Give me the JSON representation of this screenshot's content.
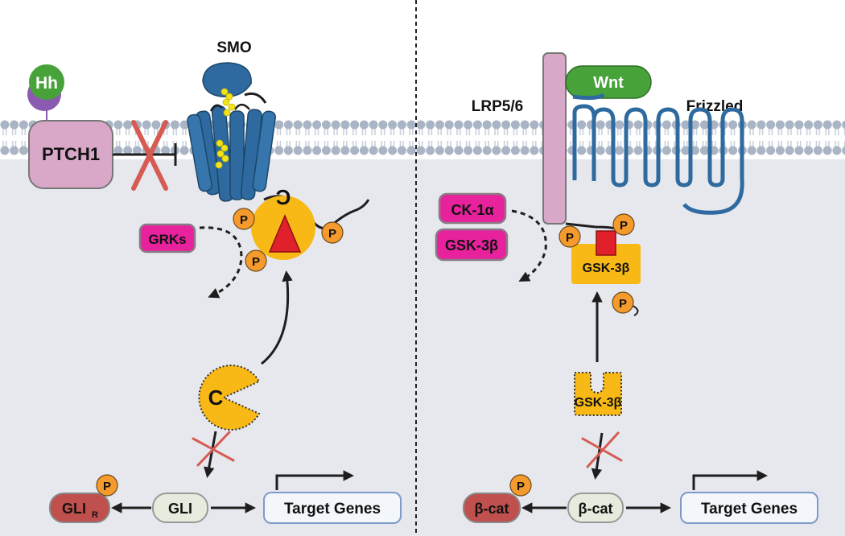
{
  "colors": {
    "background": "#ffffff",
    "cytoplasm": "#e6e8ee",
    "membrane_head": "#a9b4c4",
    "membrane_tail": "#c9d0dc",
    "receptor_blue": "#2e6aa0",
    "receptor_outline": "#1b4668",
    "lipid_yellow": "#f2e21a",
    "ptch_fill": "#d9a8c9",
    "ptch_stroke": "#777777",
    "lrp_fill": "#d7a8c8",
    "ligand_green": "#47a23a",
    "ligand_purple": "#8a5bb0",
    "kinase_magenta": "#e8229c",
    "kinase_stroke": "#8a7a85",
    "orange_p": "#f59a2c",
    "yellow_protein": "#f8b916",
    "red_shape": "#e0202a",
    "gli_r_fill": "#c0504d",
    "gli_fill": "#e5ebdd",
    "target_fill": "#f3f6fb",
    "target_stroke": "#7d9ac9",
    "x_red": "#d65b53",
    "line_black": "#1e1e1e"
  },
  "hh": {
    "ligand": "Hh",
    "receptor": "PTCH1",
    "smo": "SMO",
    "kinase": "GRKs",
    "p": "P",
    "ck1_letter": "C",
    "gli_r": "GLI",
    "gli_r_sub": "R",
    "gli": "GLI",
    "target": "Target Genes"
  },
  "wnt": {
    "ligand": "Wnt",
    "lrp": "LRP5/6",
    "frizzled": "Frizzled",
    "ck1a": "CK-1α",
    "gsk_tag": "GSK-3β",
    "gsk_bound": "GSK-3β",
    "gsk_free": "GSK-3β",
    "p": "P",
    "bcat_p": "β-cat",
    "bcat": "β-cat",
    "target": "Target Genes"
  }
}
